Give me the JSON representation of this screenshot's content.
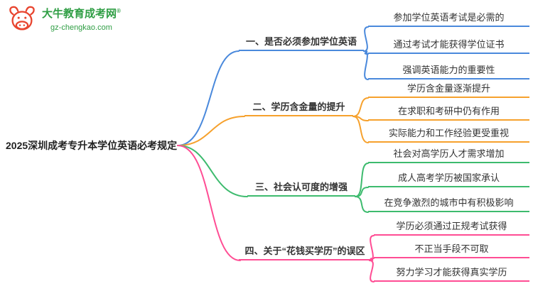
{
  "logo": {
    "title": "大牛教育成考网",
    "reg_mark": "®",
    "url": "gz-chengkao.com",
    "icon": "bull-icon",
    "color": "#2f9e44",
    "icon_color": "#e8442e"
  },
  "root": {
    "label": "2025深圳成考专升本学位英语必考规定"
  },
  "branches": [
    {
      "label": "一、是否必须参加学位英语",
      "color": "#4a89dc",
      "children": [
        "参加学位英语考试是必需的",
        "通过考试才能获得学位证书",
        "强调英语能力的重要性"
      ]
    },
    {
      "label": "二、学历含金量的提升",
      "color": "#f6a12d",
      "children": [
        "学历含金量逐渐提升",
        "在求职和考研中仍有作用",
        "实际能力和工作经验更受重视"
      ]
    },
    {
      "label": "三、社会认可度的增强",
      "color": "#3dbb6e",
      "children": [
        "社会对高学历人才需求增加",
        "成人高考学历被国家承认",
        "在竞争激烈的城市中有积极影响"
      ]
    },
    {
      "label": "四、关于“花钱买学历”的误区",
      "color": "#ff4d94",
      "children": [
        "学历必须通过正规考试获得",
        "不正当手段不可取",
        "努力学习才能获得真实学历"
      ]
    }
  ]
}
